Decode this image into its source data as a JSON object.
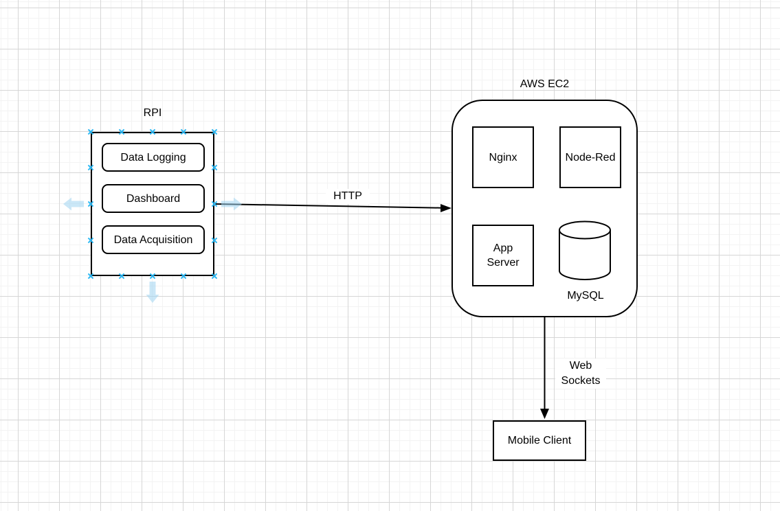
{
  "diagram": {
    "rpi": {
      "title": "RPI",
      "nodes": {
        "data_logging": "Data Logging",
        "dashboard": "Dashboard",
        "data_acquisition": "Data Acquisition"
      }
    },
    "aws": {
      "title": "AWS EC2",
      "nodes": {
        "nginx": "Nginx",
        "node_red": "Node-Red",
        "app_server": "App Server",
        "mysql": "MySQL"
      }
    },
    "mobile_client": "Mobile Client",
    "edges": {
      "http": "HTTP",
      "web_sockets": "Web Sockets"
    }
  },
  "colors": {
    "canvas_bg": "#ffffff",
    "grid_minor": "#f3f3f3",
    "grid_major": "#d6d6d6",
    "shape_stroke": "#000000",
    "connection_point": "#29b6f2",
    "direction_arrow": "#9ed3f1"
  }
}
